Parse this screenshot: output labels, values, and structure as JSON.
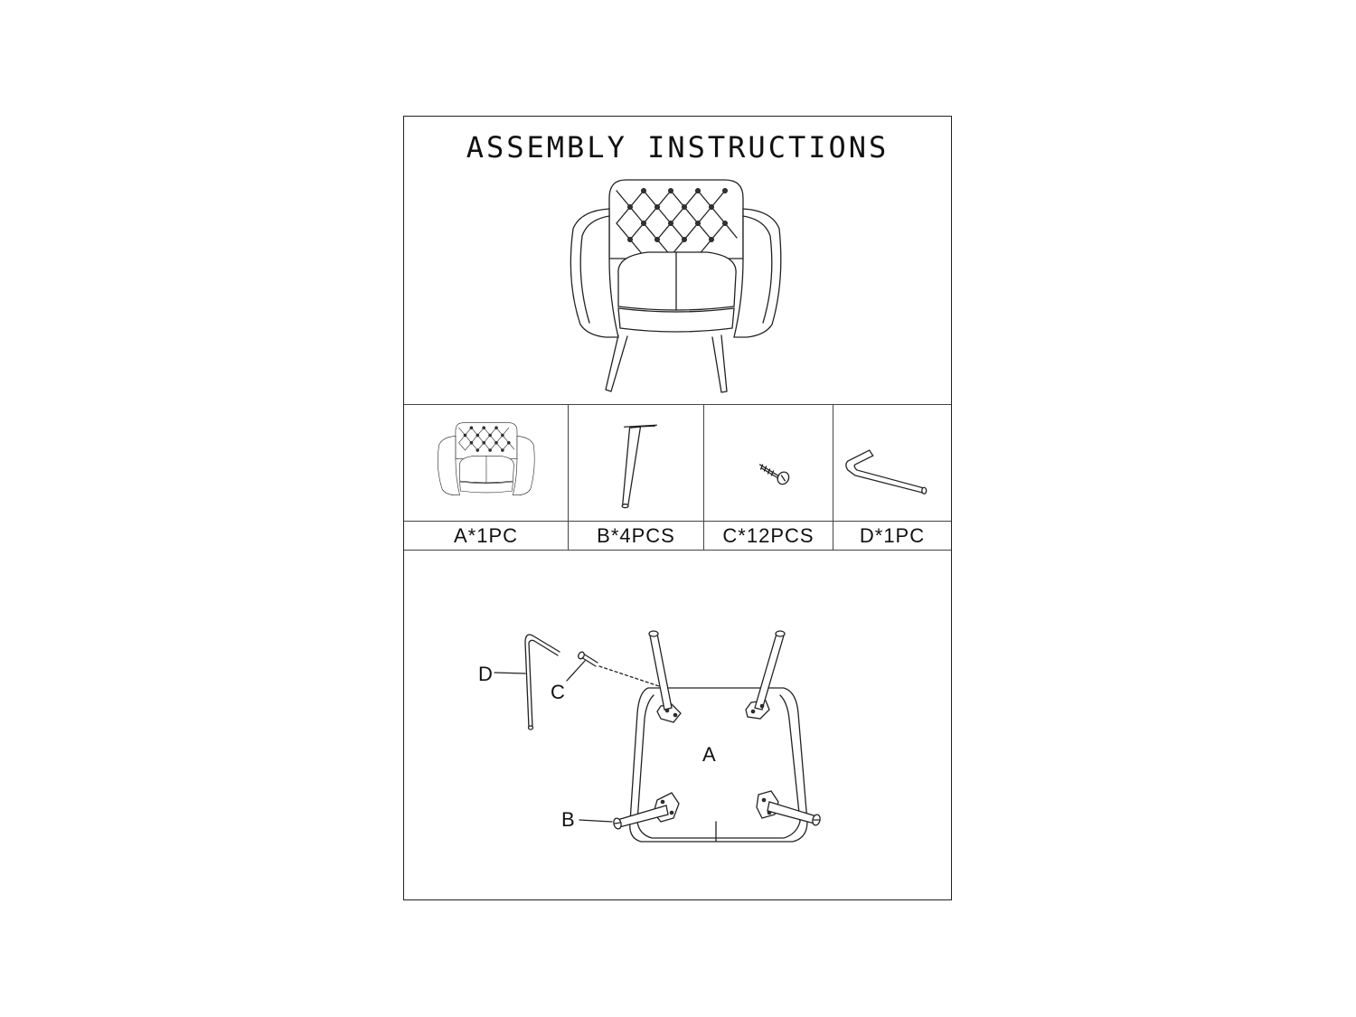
{
  "document": {
    "title": "ASSEMBLY INSTRUCTIONS"
  },
  "parts": [
    {
      "id": "A",
      "caption": "A*1PC",
      "icon": "chair-body-icon"
    },
    {
      "id": "B",
      "caption": "B*4PCS",
      "icon": "chair-leg-icon"
    },
    {
      "id": "C",
      "caption": "C*12PCS",
      "icon": "bolt-icon"
    },
    {
      "id": "D",
      "caption": "D*1PC",
      "icon": "allen-key-icon"
    }
  ],
  "diagram": {
    "label_a": "A",
    "label_b": "B",
    "label_c": "C",
    "label_d": "D"
  }
}
